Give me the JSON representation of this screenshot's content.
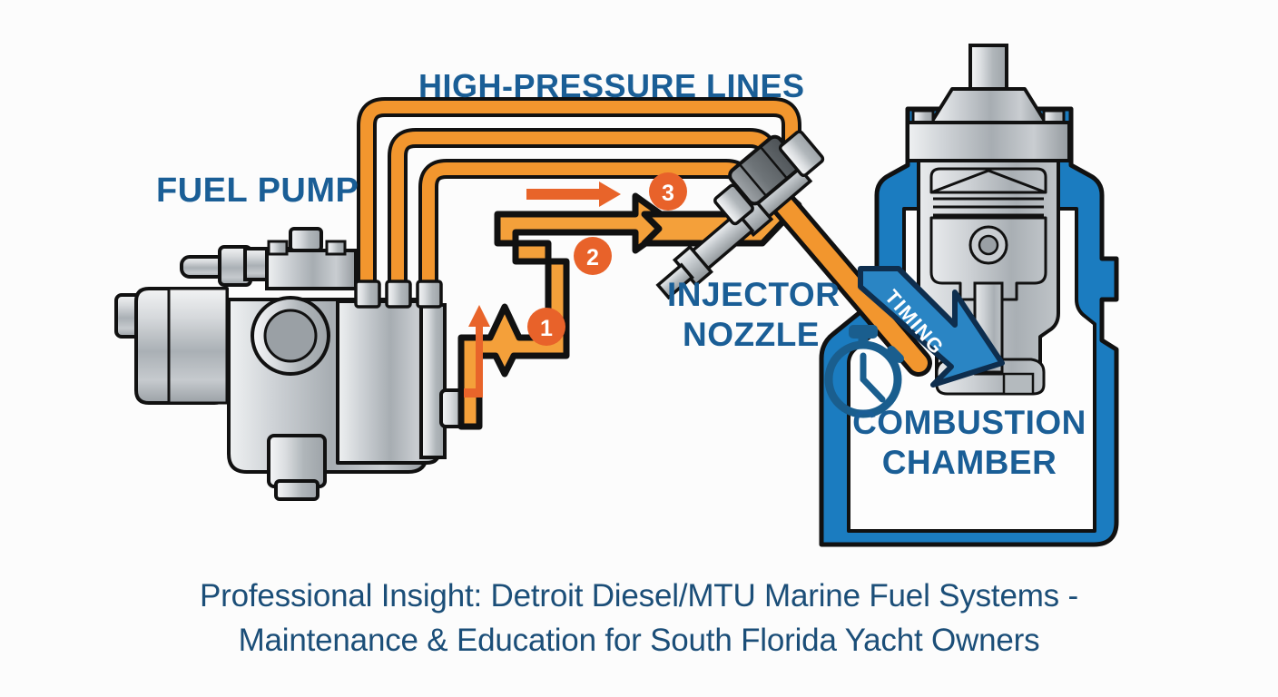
{
  "background": "#fcfcfc",
  "colors": {
    "orange_line": "#F2962E",
    "orange_arrow": "#F4A03A",
    "orange_thin_arrow": "#E8642A",
    "step_badge": "#E8622A",
    "blue_body": "#1B7CC0",
    "blue_label": "#1A5E96",
    "blue_dark": "#15395C",
    "metal_light": "#E2E4E6",
    "metal_mid": "#B9BDC1",
    "metal_dark": "#8A9095",
    "outline": "#111111",
    "caption_text": "#1b4e78",
    "white": "#FFFFFF"
  },
  "labels": {
    "fuel_pump": "FUEL PUMP",
    "high_pressure_lines": "HIGH-PRESSURE LINES",
    "injector_nozzle_line1": "INJECTOR",
    "injector_nozzle_line2": "NOZZLE",
    "combustion_line1": "COMBUSTION",
    "combustion_line2": "CHAMBER",
    "timing": "TIMING"
  },
  "steps": [
    {
      "number": "1"
    },
    {
      "number": "2"
    },
    {
      "number": "3"
    }
  ],
  "caption": {
    "line1": "Professional Insight: Detroit Diesel/MTU Marine Fuel Systems -",
    "line2": "Maintenance & Education for South Florida Yacht Owners"
  }
}
